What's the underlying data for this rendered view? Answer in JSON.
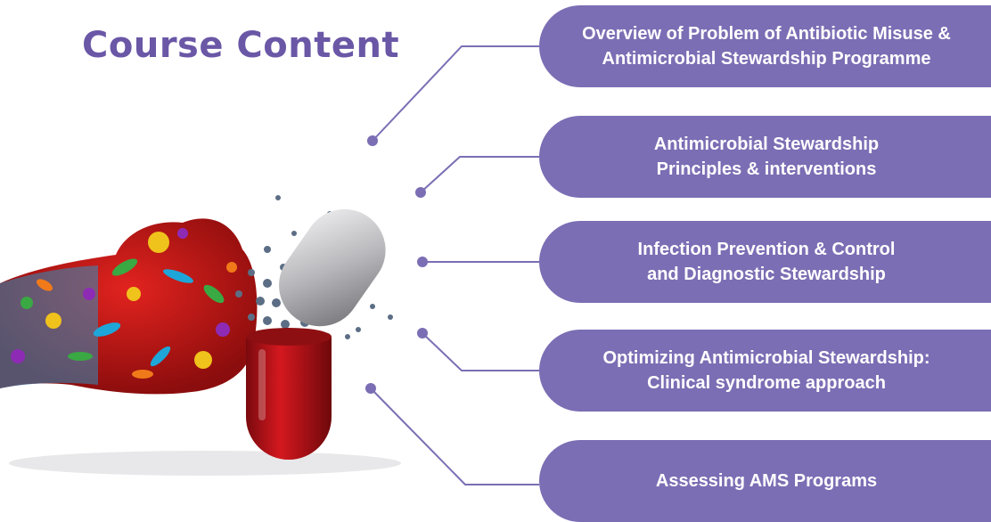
{
  "title": "Course Content",
  "colors": {
    "accent": "#6a57a6",
    "pill": "#7b6eb4",
    "capsule_red": "#c8161d",
    "capsule_grey": "#cfcfd1"
  },
  "items": [
    {
      "label": "Overview of Problem of Antibiotic Misuse &\nAntimicrobial Stewardship Programme"
    },
    {
      "label": "Antimicrobial Stewardship\nPrinciples & interventions"
    },
    {
      "label": "Infection Prevention & Control\nand Diagnostic Stewardship"
    },
    {
      "label": "Optimizing Antimicrobial Stewardship:\nClinical syndrome approach"
    },
    {
      "label": "Assessing AMS Programs"
    }
  ]
}
